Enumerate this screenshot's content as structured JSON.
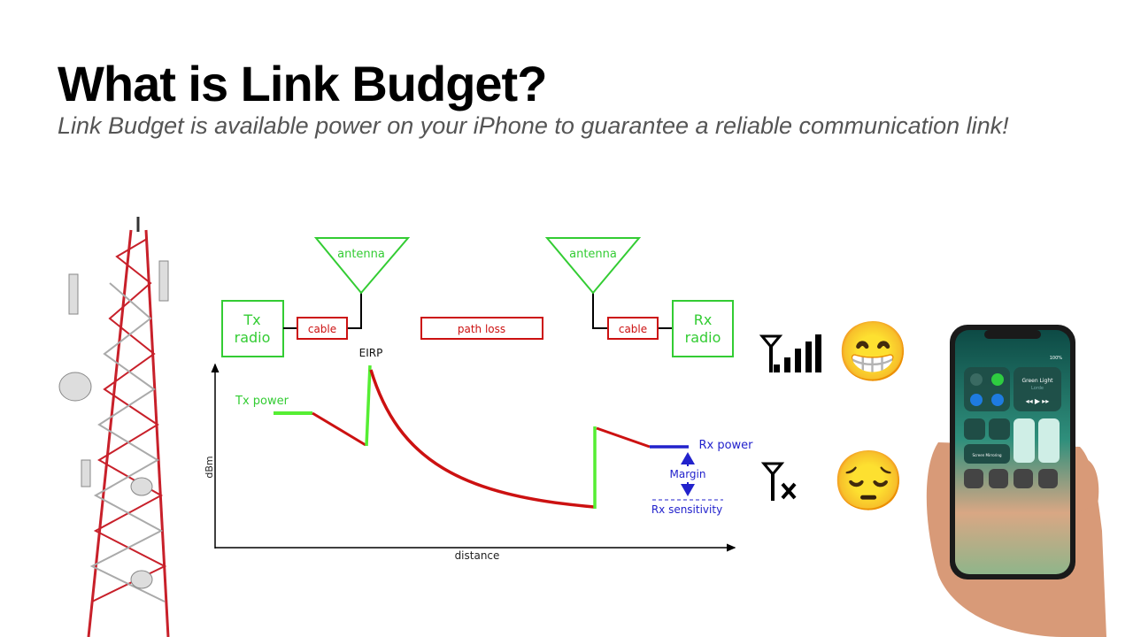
{
  "slide": {
    "title": "What is Link Budget?",
    "subtitle": "Link Budget is available power on your iPhone to guarantee a reliable communication link!"
  },
  "diagram": {
    "tx_radio": [
      "Tx",
      "radio"
    ],
    "rx_radio": [
      "Rx",
      "radio"
    ],
    "cable_left": "cable",
    "cable_right": "cable",
    "antenna_left": "antenna",
    "antenna_right": "antenna",
    "path_loss": "path loss",
    "eirp": "EIRP",
    "tx_power": "Tx power",
    "rx_power": "Rx power",
    "margin": "Margin",
    "rx_sensitivity": "Rx sensitivity",
    "y_axis": "dBm",
    "x_axis": "distance",
    "colors": {
      "green": "#33cc33",
      "red": "#cc1111",
      "blue": "#2222cc",
      "bright_green": "#55ee33"
    }
  },
  "status": {
    "good_signal": {
      "icon": "full-signal-icon",
      "emoji": "😁"
    },
    "no_signal": {
      "icon": "no-signal-icon",
      "emoji": "😔"
    }
  },
  "phone": {
    "now_playing": "Green Light",
    "artist": "Lorde",
    "screen_mirroring": "Screen Mirroring",
    "battery": "100%"
  }
}
